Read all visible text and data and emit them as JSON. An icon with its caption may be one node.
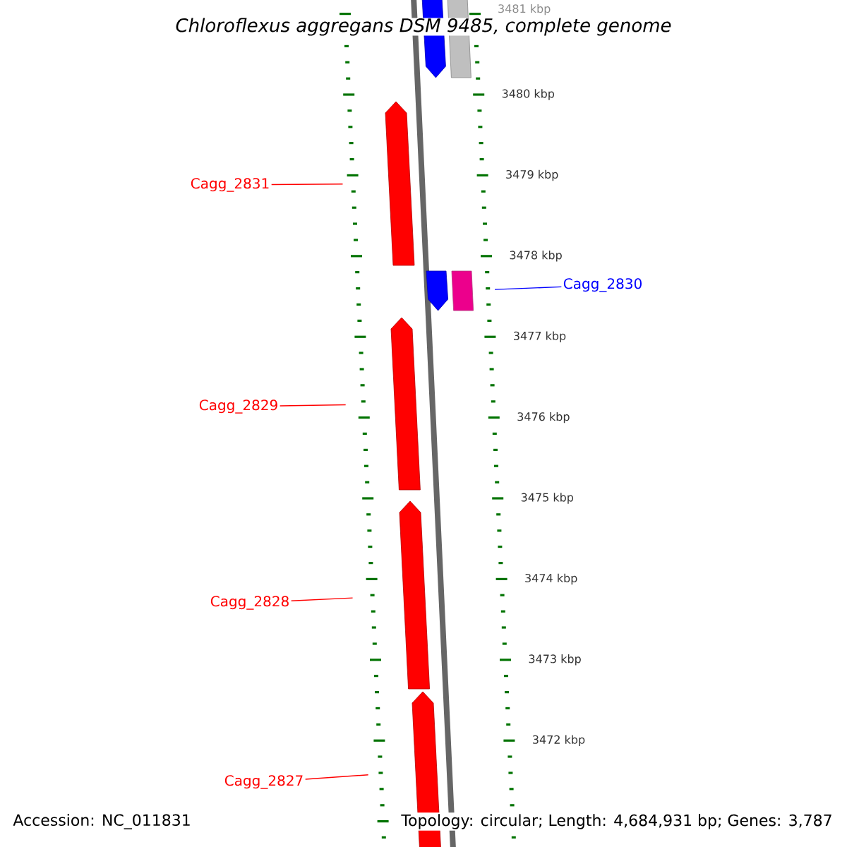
{
  "diagram": {
    "title": "Chloroflexus aggregans DSM 9485, complete genome",
    "nodes": [
      {
        "text": [],
        "shape": "bar"
      },
      {
        "text": [],
        "shape": "bar"
      },
      {
        "text": [
          "Cagg_2831"
        ]
      },
      {
        "text": [],
        "shape": "bar"
      },
      {
        "text": [],
        "shape": "bar"
      },
      {
        "text": [],
        "shape": "bar"
      },
      {
        "text": [
          "Cagg_2830"
        ]
      },
      {
        "text": [
          "Cagg_2829"
        ]
      },
      {
        "text": [],
        "shape": "bar"
      },
      {
        "text": [
          "Cagg_2828"
        ]
      },
      {
        "text": [],
        "shape": "bar"
      },
      {
        "text": [
          "Cagg_2827"
        ]
      },
      {
        "text": [],
        "shape": "bar"
      }
    ],
    "edges": [
      {
        "from": 2,
        "to": 3,
        "arrow": "none"
      },
      {
        "from": 6,
        "to": 5,
        "arrow": "none",
        "color": "#0000ff"
      },
      {
        "from": 7,
        "to": 8,
        "arrow": "none"
      },
      {
        "from": 9,
        "to": 10,
        "arrow": "none"
      },
      {
        "from": 11,
        "to": 12,
        "arrow": "none"
      }
    ],
    "labels": [
      "3481 kbp",
      "3480 kbp",
      "3479 kbp",
      "3478 kbp",
      "3477 kbp",
      "3476 kbp",
      "3475 kbp",
      "3474 kbp",
      "3473 kbp",
      "3472 kbp",
      "Accession: NC_011831",
      "Topology: circular; Length: 4,684,931 bp; Genes: 3,787"
    ]
  }
}
